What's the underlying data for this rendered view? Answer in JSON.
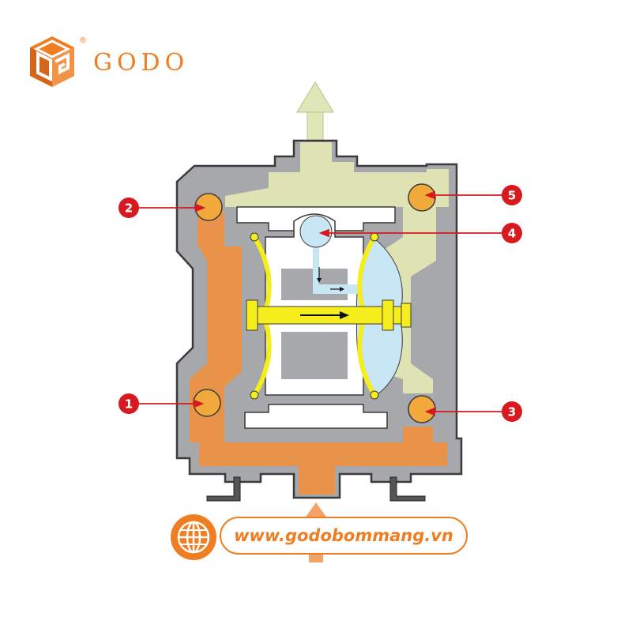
{
  "brand": {
    "name": "GODO",
    "registered_mark": "®",
    "logo_icon": "godo-cube-logo-icon",
    "color": "#ef7d22"
  },
  "diagram": {
    "callouts": [
      {
        "id": "1",
        "label": "1"
      },
      {
        "id": "2",
        "label": "2"
      },
      {
        "id": "3",
        "label": "3"
      },
      {
        "id": "4",
        "label": "4"
      },
      {
        "id": "5",
        "label": "5"
      }
    ],
    "colors": {
      "casing": "#a6a8ab",
      "casing_outline": "#3a3a3a",
      "inlet_fluid": "#e8924a",
      "discharge_fluid": "#dfe3b4",
      "air": "#c9e6f5",
      "shaft": "#f6ee1c",
      "ball": "#f2a93b",
      "callout": "#d71920",
      "arrow_up_top": "#dfe7b8",
      "arrow_up_bottom": "#f0a468"
    }
  },
  "footer": {
    "website": "www.godobommang.vn",
    "globe_icon": "globe-icon",
    "accent": "#ef7d22"
  }
}
